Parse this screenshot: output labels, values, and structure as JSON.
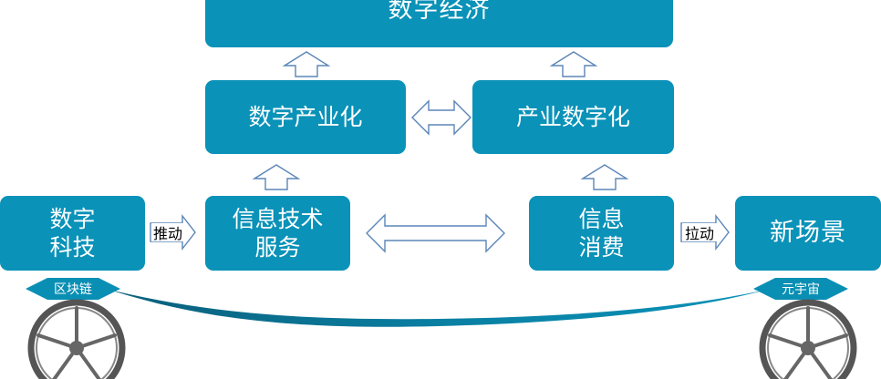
{
  "boxes": {
    "digital_economy": "数字经济",
    "digital_industrialization": "数字产业化",
    "industrial_digitalization": "产业数字化",
    "digital_tech": [
      "数字",
      "科技"
    ],
    "it_services": [
      "信息技术",
      "服务"
    ],
    "info_consumption": [
      "信息",
      "消费"
    ],
    "new_scenarios": "新场景"
  },
  "labels": {
    "push": "推动",
    "pull": "拉动",
    "blockchain": "区块链",
    "metaverse": "元宇宙"
  },
  "colors": {
    "box": "#0a92b8",
    "arrow_stroke": "#5b86b8",
    "wheel": "#666666",
    "gem": "#0a8fb4"
  }
}
